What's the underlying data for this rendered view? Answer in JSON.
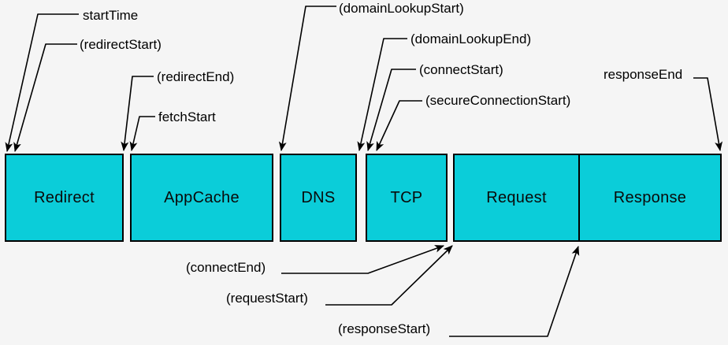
{
  "colors": {
    "background": "#f5f5f5",
    "box_fill": "#0bcdd9",
    "box_border": "#000000",
    "line": "#000000",
    "text": "#000000"
  },
  "phases": {
    "redirect": "Redirect",
    "appcache": "AppCache",
    "dns": "DNS",
    "tcp": "TCP",
    "request": "Request",
    "response": "Response"
  },
  "labels": {
    "start_time": "startTime",
    "redirect_start": "(redirectStart)",
    "redirect_end": "(redirectEnd)",
    "fetch_start": "fetchStart",
    "domain_lookup_start": "(domainLookupStart)",
    "domain_lookup_end": "(domainLookupEnd)",
    "connect_start": "(connectStart)",
    "secure_connection_start": "(secureConnectionStart)",
    "response_end": "responseEnd",
    "connect_end": "(connectEnd)",
    "request_start": "(requestStart)",
    "response_start": "(responseStart)"
  }
}
